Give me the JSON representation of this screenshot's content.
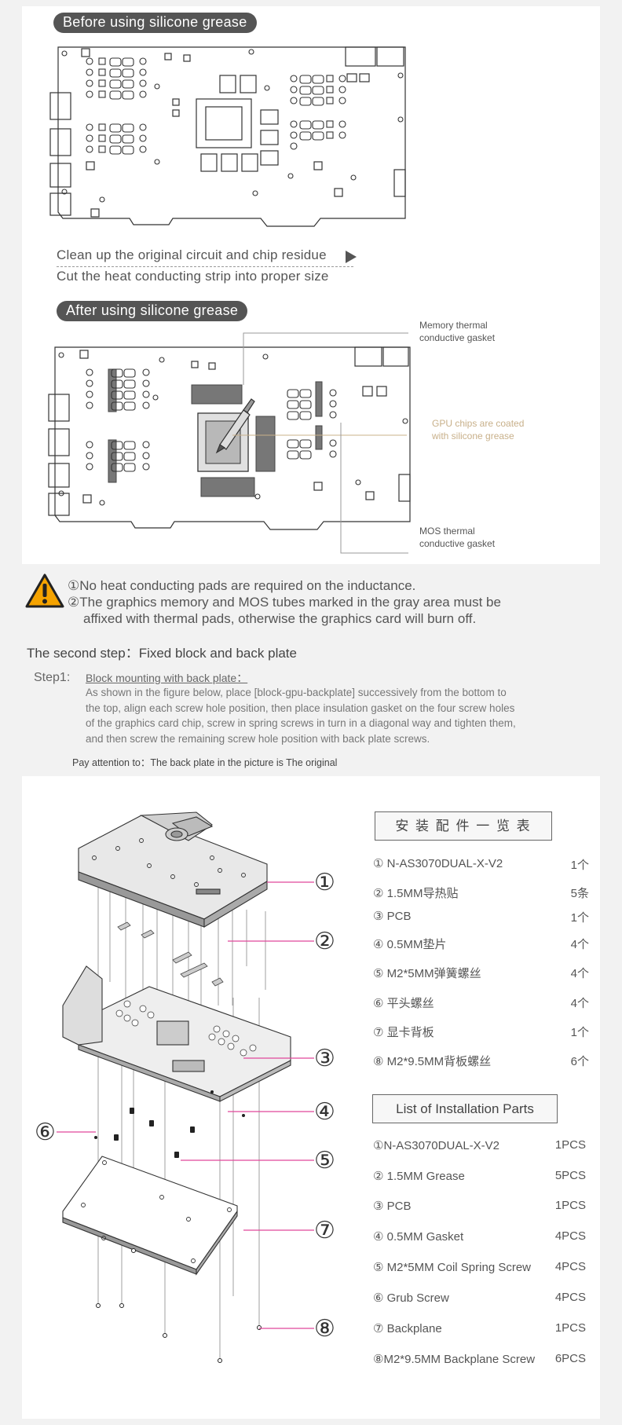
{
  "sections": {
    "before_title": "Before using silicone grease",
    "before_caption_1": "Clean up the original circuit and chip residue",
    "before_caption_2": "Cut the heat conducting strip into proper size",
    "after_title": "After using silicone grease",
    "annotations": {
      "memory_1": "Memory thermal",
      "memory_2": "conductive gasket",
      "gpu_1": "GPU chips are coated",
      "gpu_2": "with silicone grease",
      "mos_1": "MOS thermal",
      "mos_2": "conductive gasket"
    }
  },
  "warning": {
    "line_1": "①No heat conducting pads are required on the inductance.",
    "line_2": "②The graphics memory and MOS tubes marked in the gray area must be",
    "line_3": "affixed with thermal pads, otherwise the graphics card will burn off."
  },
  "step": {
    "heading": "The second step：Fixed block and back plate",
    "label": "Step1:",
    "subtitle": "Block mounting with back plate：",
    "body_1": "As shown in the figure below, place [block-gpu-backplate] successively from the bottom to",
    "body_2": "the top, align each screw hole position, then place insulation gasket on the four screw holes",
    "body_3": "of the graphics card chip, screw in spring screws in turn in a diagonal way and tighten them,",
    "body_4": "and then screw the remaining screw hole position with back plate screws.",
    "note": "Pay attention to：The back plate in the picture is The original"
  },
  "diagram_labels": [
    "①",
    "②",
    "③",
    "④",
    "⑤",
    "⑥",
    "⑦",
    "⑧"
  ],
  "parts_cn": {
    "title": "安 装 配 件 一 览 表",
    "rows": [
      {
        "name": "① N-AS3070DUAL-X-V2",
        "qty": "1个"
      },
      {
        "name": "② 1.5MM导热贴",
        "qty": "5条"
      },
      {
        "name": "③  PCB",
        "qty": "1个"
      },
      {
        "name": "④ 0.5MM垫片",
        "qty": "4个"
      },
      {
        "name": "⑤ M2*5MM弹簧螺丝",
        "qty": "4个"
      },
      {
        "name": "⑥ 平头螺丝",
        "qty": "4个"
      },
      {
        "name": "⑦ 显卡背板",
        "qty": "1个"
      },
      {
        "name": "⑧ M2*9.5MM背板螺丝",
        "qty": "6个"
      }
    ]
  },
  "parts_en": {
    "title": "List of Installation Parts",
    "rows": [
      {
        "name": "①N-AS3070DUAL-X-V2",
        "qty": "1PCS"
      },
      {
        "name": "② 1.5MM Grease",
        "qty": "5PCS"
      },
      {
        "name": "③ PCB",
        "qty": "1PCS"
      },
      {
        "name": "④ 0.5MM Gasket",
        "qty": "4PCS"
      },
      {
        "name": "⑤ M2*5MM Coil Spring Screw",
        "qty": "4PCS"
      },
      {
        "name": "⑥ Grub  Screw",
        "qty": "4PCS"
      },
      {
        "name": "⑦ Backplane",
        "qty": "1PCS"
      },
      {
        "name": "⑧M2*9.5MM Backplane Screw",
        "qty": "6PCS"
      }
    ]
  },
  "colors": {
    "accent_pink": "#e0489a",
    "pill_bg": "#555555",
    "gold": "#c8b08a",
    "warning_orange": "#f5a300"
  }
}
